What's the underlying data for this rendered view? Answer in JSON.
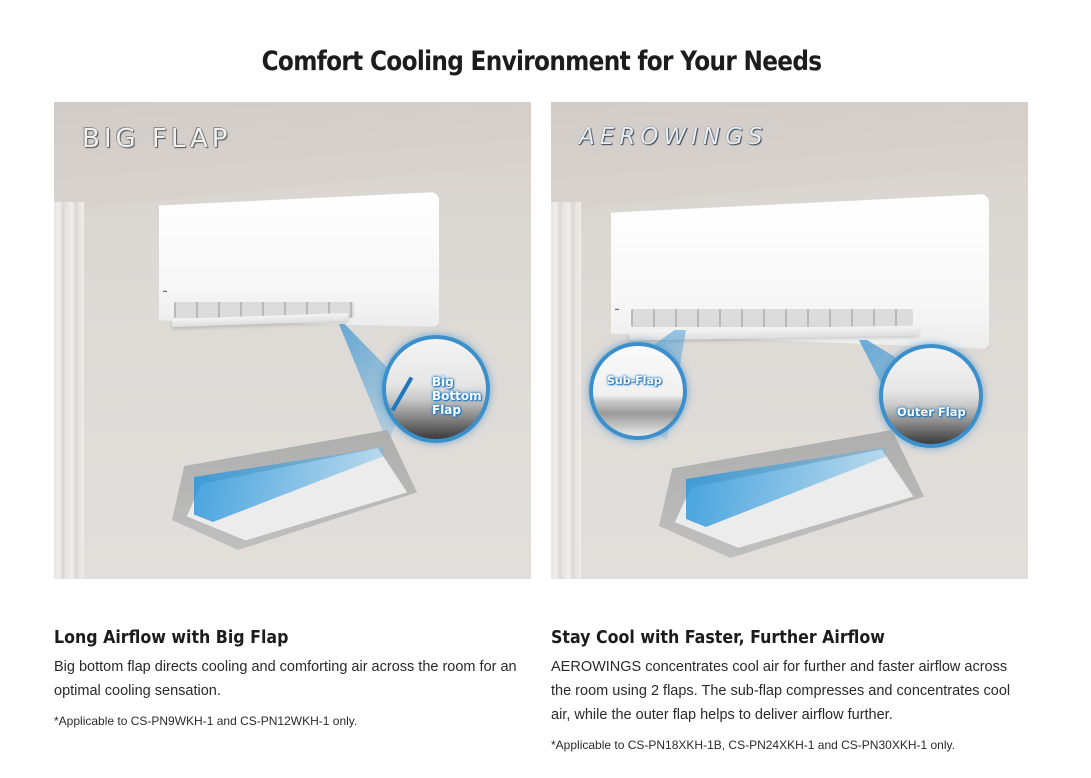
{
  "page": {
    "title": "Comfort Cooling Environment for Your Needs"
  },
  "cards": [
    {
      "image": {
        "brand_label": "BIG FLAP",
        "callouts": [
          "Big Bottom Flap"
        ],
        "callout_lines": [
          "Big",
          "Bottom",
          "Flap"
        ],
        "accent_color": "#3b8fcb"
      },
      "heading": "Long Airflow with Big Flap",
      "body": "Big bottom flap directs cooling and comforting air across the room for an optimal cooling sensation.",
      "note": "*Applicable to CS-PN9WKH-1 and CS-PN12WKH-1 only."
    },
    {
      "image": {
        "brand_label": "AEROWINGS",
        "callouts": [
          "Sub-Flap",
          "Outer Flap"
        ],
        "accent_color": "#3b8fcb"
      },
      "heading": "Stay Cool with Faster, Further Airflow",
      "body": "AEROWINGS concentrates cool air for further and faster airflow across the room using 2 flaps. The sub-flap compresses and concentrates cool air, while the outer flap helps to deliver airflow further.",
      "note": "*Applicable to CS-PN18XKH-1B, CS-PN24XKH-1 and CS-PN30XKH-1 only."
    }
  ]
}
